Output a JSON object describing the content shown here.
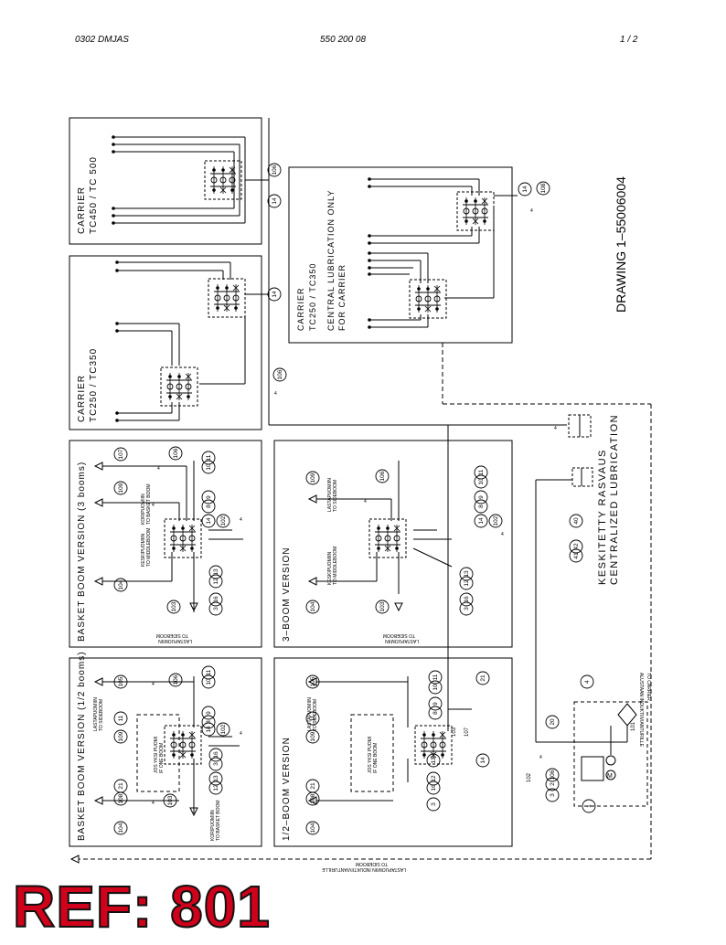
{
  "header": {
    "left": "0302 DMJAS",
    "center": "550 200 08",
    "right": "1 /  2"
  },
  "drawing_number": "DRAWING 1–55006004",
  "ref_label": "REF: 801",
  "boxes": {
    "tc450": [
      "CARRIER",
      "TC450 / TC 500"
    ],
    "tc250a": [
      "CARRIER",
      "TC250 / TC350"
    ],
    "tc250b": [
      "CARRIER",
      "TC250 / TC350",
      "CENTRAL LUBRICATION ONLY",
      "FOR CARRIER"
    ],
    "basket3": "BASKET BOOM VERSION (3 booms)",
    "boom3": "3–BOOM VERSION",
    "basket12": "BASKET BOOM VERSION (1/2 booms)",
    "boom12": "1/2–BOOM VERSION"
  },
  "central_lub": [
    "KESKITETTY RASVAUS",
    "CENTRALIZED LUBRICATION"
  ],
  "notes": {
    "bottom": [
      "LASTAPUOMIIN INDUKTIIVIANTURILLE",
      "TO SIDEBOOM"
    ],
    "carrier": [
      "ALUSTAAN INDUKTIIVIANTURILLE",
      "TO CARRIER"
    ],
    "sideboom": [
      "LASTAPUOMIIN",
      "TO SIDEBOOM"
    ],
    "middleboom": [
      "KESKIPUOMIIN",
      "TO MIDDLEBOOM"
    ],
    "basketboom": [
      "KORIPUOMIIN",
      "TO BASKET BOOM"
    ],
    "jos1": [
      "JOS YKSI PUOMI",
      "IF ONE BOOM"
    ]
  },
  "callouts": {
    "c106": "106",
    "c14": "14",
    "c108": "108",
    "c8": "8",
    "c9": "9",
    "c10": "10",
    "c11": "11",
    "c12": "12",
    "c13": "13",
    "c3": "3",
    "c16": "16",
    "c102": "102",
    "c103": "103",
    "c104": "104",
    "c105": "105",
    "c107": "107",
    "c109": "109",
    "c21": "21",
    "c20": "20",
    "c4": "4",
    "c40": "40",
    "c42": "42",
    "c41": "41",
    "c1": "1",
    "c2": "2",
    "c101": "101"
  },
  "marks": {
    "four": "4",
    "m": "M"
  }
}
